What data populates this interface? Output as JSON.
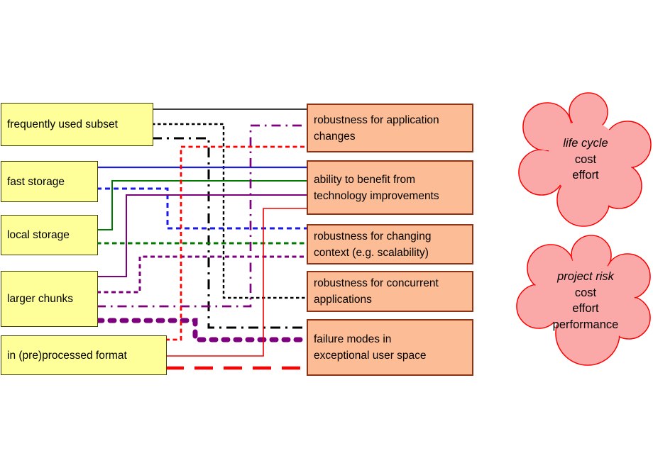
{
  "diagram": {
    "left_boxes": [
      {
        "label": "frequently used subset"
      },
      {
        "label": "fast storage"
      },
      {
        "label": "local storage"
      },
      {
        "label": "larger chunks"
      },
      {
        "label": "in (pre)processed format"
      }
    ],
    "right_boxes": [
      {
        "label": "robustness for application\nchanges"
      },
      {
        "label": "ability to benefit from\ntechnology improvements"
      },
      {
        "label": "robustness for changing\ncontext (e.g. scalability)"
      },
      {
        "label": "robustness for concurrent\napplications"
      },
      {
        "label": "failure modes in\nexceptional user space"
      }
    ],
    "clouds": [
      {
        "title": "life cycle",
        "items": [
          "cost",
          "effort"
        ]
      },
      {
        "title": "project risk",
        "items": [
          "cost",
          "effort",
          "performance"
        ]
      }
    ],
    "connections": [
      {
        "from": "frequently used subset",
        "to": "robustness for application changes",
        "color": "#000000",
        "style": "solid"
      },
      {
        "from": "frequently used subset",
        "to": "robustness for concurrent applications",
        "color": "#000000",
        "style": "dotted"
      },
      {
        "from": "frequently used subset",
        "to": "failure modes in exceptional user space",
        "color": "#000000",
        "style": "dash-dot"
      },
      {
        "from": "fast storage",
        "to": "ability to benefit from technology improvements",
        "color": "#1a1ae6",
        "style": "solid"
      },
      {
        "from": "fast storage",
        "to": "robustness for changing context (e.g. scalability)",
        "color": "#1a1ae6",
        "style": "dashed"
      },
      {
        "from": "local storage",
        "to": "ability to benefit from technology improvements",
        "color": "#007a00",
        "style": "solid"
      },
      {
        "from": "local storage",
        "to": "robustness for changing context (e.g. scalability)",
        "color": "#007a00",
        "style": "dashed"
      },
      {
        "from": "larger chunks",
        "to": "ability to benefit from technology improvements",
        "color": "#7d007d",
        "style": "solid"
      },
      {
        "from": "larger chunks",
        "to": "robustness for changing context (e.g. scalability)",
        "color": "#7d007d",
        "style": "dashed"
      },
      {
        "from": "larger chunks",
        "to": "robustness for application changes",
        "color": "#7d007d",
        "style": "dash-dot"
      },
      {
        "from": "larger chunks",
        "to": "failure modes in exceptional user space",
        "color": "#7d007d",
        "style": "thick-dashed"
      },
      {
        "from": "in (pre)processed format",
        "to": "robustness for application changes",
        "color": "#ff0000",
        "style": "dashed"
      },
      {
        "from": "in (pre)processed format",
        "to": "ability to benefit from technology improvements",
        "color": "#ee0000",
        "style": "solid"
      },
      {
        "from": "in (pre)processed format",
        "to": "failure modes in exceptional user space",
        "color": "#ff0000",
        "style": "long-dashed"
      }
    ],
    "colors": {
      "left_box_fill": "#ffff99",
      "right_box_fill": "#fcbd96",
      "right_box_border": "#8c3415",
      "cloud_fill": "#fba8a8",
      "cloud_border": "#ff0000"
    }
  }
}
